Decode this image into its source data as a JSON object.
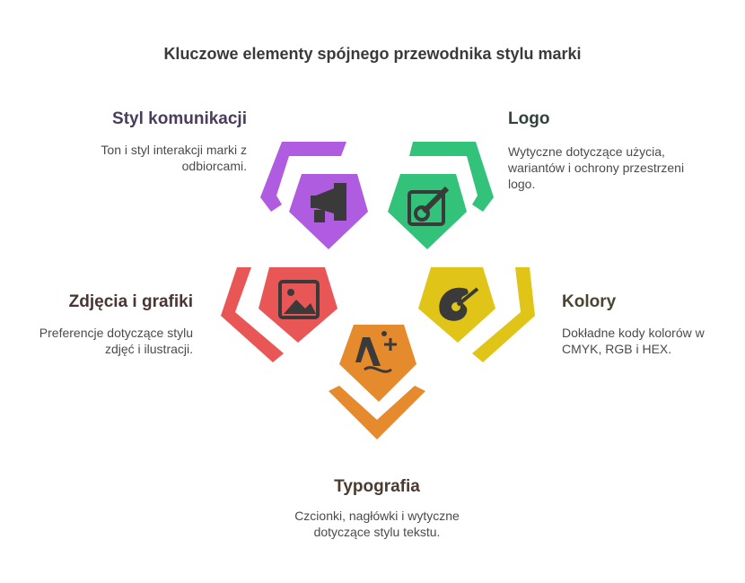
{
  "title": "Kluczowe elementy spójnego przewodnika stylu marki",
  "items": [
    {
      "label": "Styl komunikacji",
      "desc": "Ton i styl interakcji marki z odbiorcami.",
      "color": "#b05ce0",
      "label_color": "#4a3d5c",
      "icon": "megaphone-icon"
    },
    {
      "label": "Logo",
      "desc": "Wytyczne dotyczące użycia, wariantów i ochrony przestrzeni logo.",
      "color": "#33c27a",
      "label_color": "#33423a",
      "icon": "logo-design-icon"
    },
    {
      "label": "Kolory",
      "desc": "Dokładne kody kolorów w CMYK, RGB i HEX.",
      "color": "#e0c418",
      "label_color": "#4a4530",
      "icon": "color-palette-icon"
    },
    {
      "label": "Typografia",
      "desc": "Czcionki, nagłówki i wytyczne dotyczące stylu tekstu.",
      "color": "#e68a2e",
      "label_color": "#4a3a30",
      "icon": "typography-icon"
    },
    {
      "label": "Zdjęcia i grafiki",
      "desc": "Preferencje dotyczące stylu zdjęć i ilustracji.",
      "color": "#e85656",
      "label_color": "#4a3434",
      "icon": "image-icon"
    }
  ]
}
